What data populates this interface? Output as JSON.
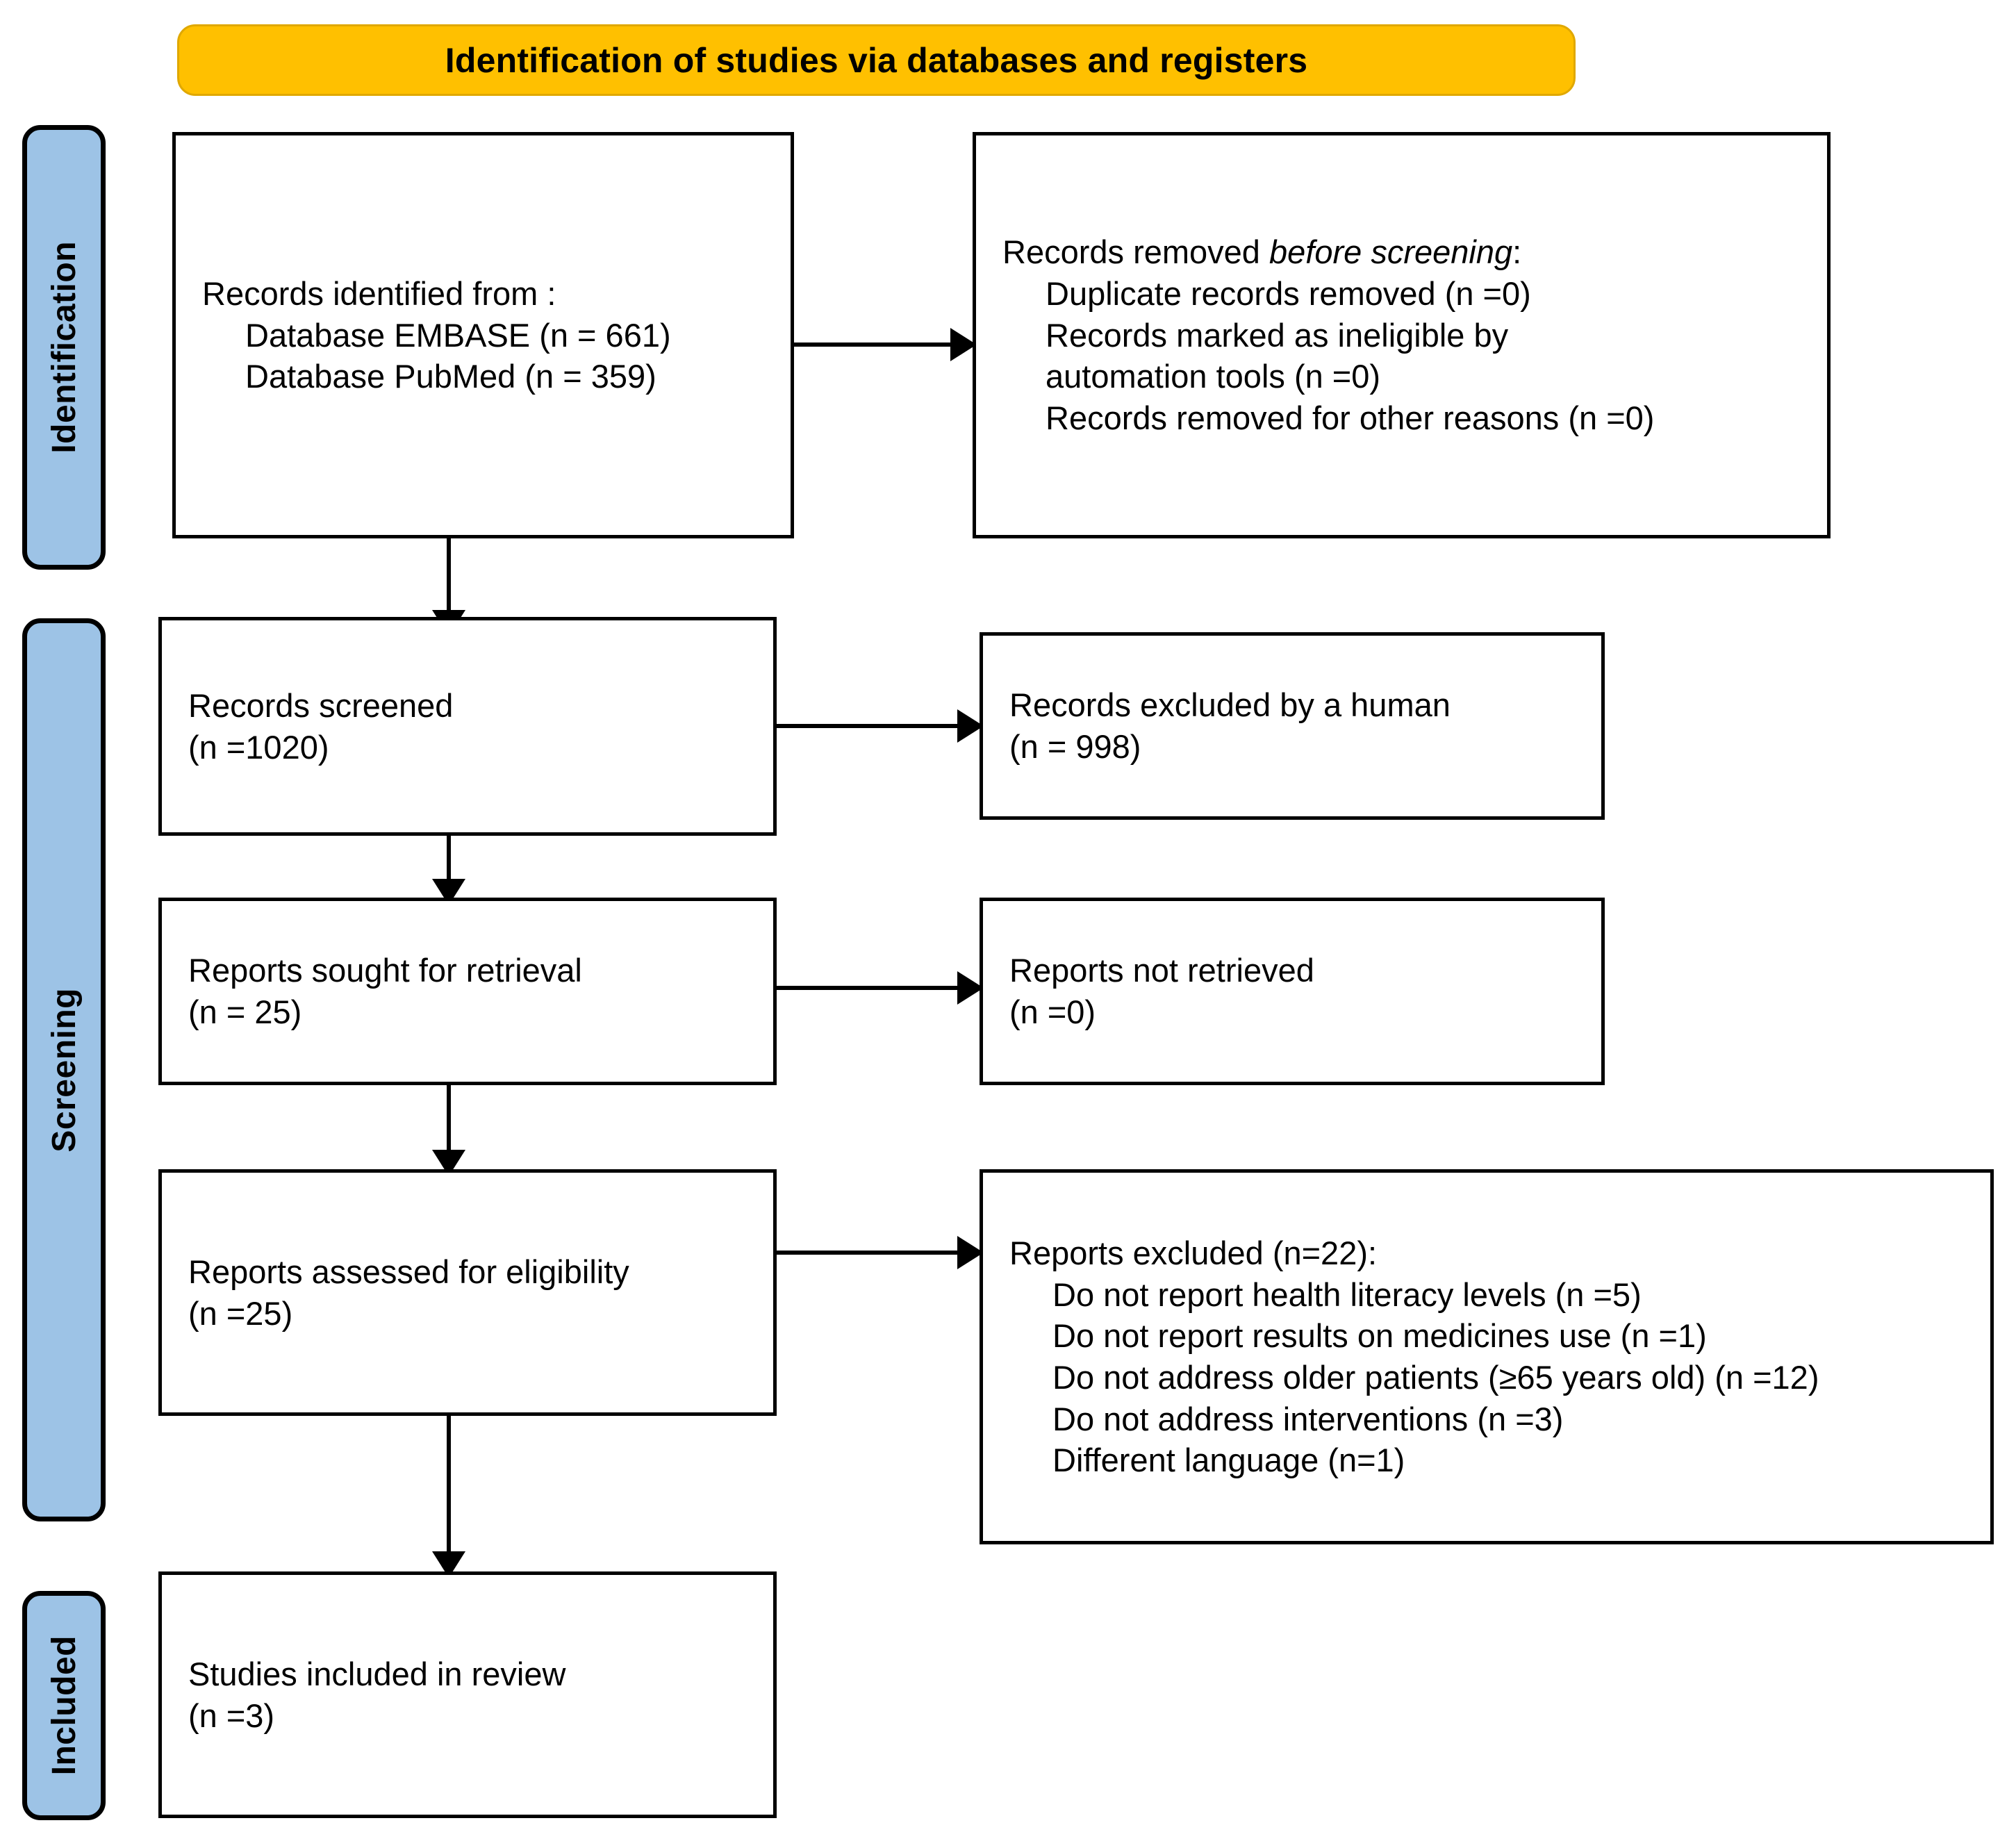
{
  "diagram": {
    "title": "Identification of studies via databases and registers",
    "colors": {
      "banner_fill": "#FFC000",
      "banner_border": "#E0A800",
      "stage_pill_fill": "#9DC3E6",
      "box_border": "#000000",
      "text": "#000000"
    },
    "stages": [
      {
        "label": "Identification"
      },
      {
        "label": "Screening"
      },
      {
        "label": "Included"
      }
    ],
    "boxes": {
      "records_identified": {
        "lines": [
          "Records identified from :",
          "Database EMBASE (n = 661)",
          "Database PubMed (n = 359)"
        ]
      },
      "records_removed": {
        "title_prefix": "Records removed ",
        "title_italic": "before screening",
        "title_suffix": ":",
        "lines": [
          "Duplicate records removed (n =0)",
          "Records marked as ineligible by",
          "automation tools (n =0)",
          "Records removed for other reasons (n =0)"
        ]
      },
      "records_screened": {
        "lines": [
          "Records screened",
          "(n =1020)"
        ]
      },
      "records_excluded": {
        "lines": [
          "Records excluded by a human",
          "(n = 998)"
        ]
      },
      "reports_sought": {
        "lines": [
          "Reports sought for retrieval",
          "(n = 25)"
        ]
      },
      "reports_not_retrieved": {
        "lines": [
          "Reports not retrieved",
          "(n =0)"
        ]
      },
      "reports_assessed": {
        "lines": [
          "Reports assessed for eligibility",
          "(n =25)"
        ]
      },
      "reports_excluded": {
        "heading": "Reports excluded (n=22):",
        "reasons": [
          "Do not report health literacy levels (n =5)",
          "Do not report results on medicines use (n =1)",
          "Do not address older patients (≥65 years old) (n =12)",
          "Do not address interventions (n =3)",
          "Different language (n=1)"
        ]
      },
      "studies_included": {
        "lines": [
          "Studies included in review",
          "(n =3)"
        ]
      }
    }
  }
}
